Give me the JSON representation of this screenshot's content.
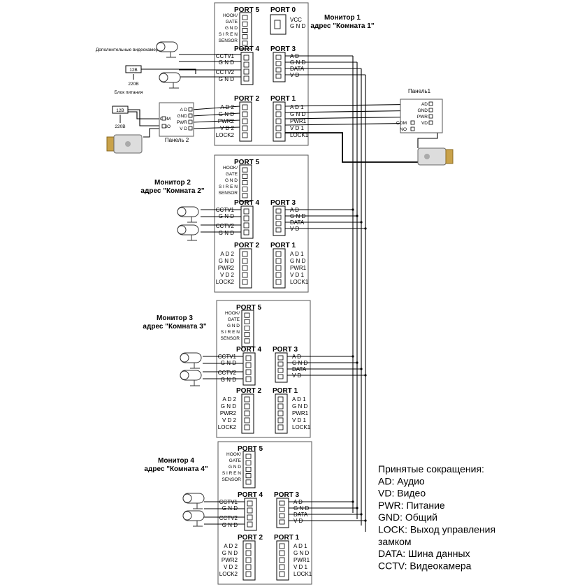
{
  "ports": {
    "port5": "PORT 5",
    "port4": "PORT 4",
    "port3": "PORT 3",
    "port2": "PORT 2",
    "port1": "PORT 1",
    "port0": "PORT 0"
  },
  "pins": {
    "p5": [
      "HOOK/",
      "GATE",
      "G N D",
      "S I R E N",
      "SENSOR"
    ],
    "p4": [
      "CCTV1",
      "G N D",
      "CCTV2",
      "G N D"
    ],
    "p3": [
      "A D",
      "G N D",
      "DATA",
      "V D"
    ],
    "p2": [
      "A D 2",
      "G N D",
      "PWR2",
      "V D 2",
      "LOCK2"
    ],
    "p1": [
      "A D 1",
      "G N D",
      "PWR1",
      "V D 1",
      "LOCK1"
    ],
    "p0": [
      "VCC",
      "G N D"
    ]
  },
  "monitors": [
    {
      "title": "Монитор 1",
      "address": "адрес \"Комната 1\""
    },
    {
      "title": "Монитор 2",
      "address": "адрес \"Комната 2\""
    },
    {
      "title": "Монитор 3",
      "address": "адрес \"Комната 3\""
    },
    {
      "title": "Монитор 4",
      "address": "адрес \"Комната 4\""
    }
  ],
  "extra_cameras": "Дополнительные видеокамеры",
  "power_unit": "Блок питания",
  "voltage_12": "12В",
  "voltage_220": "220В",
  "panel1": {
    "title": "Панель1",
    "pins": [
      "AD",
      "GND",
      "PWR",
      "VD"
    ],
    "com": "COM",
    "no": "NO"
  },
  "panel2": {
    "title": "Панель 2",
    "pins": [
      "A D",
      "GND",
      "PWR",
      "V D"
    ],
    "com": "COM",
    "no": "NO"
  },
  "legend": [
    "Принятые сокращения:",
    "AD: Аудио",
    "VD: Видео",
    "PWR: Питание",
    "GND: Общий",
    "LOCK: Выход управления",
    "замком",
    "DATA: Шина данных",
    "CCTV: Видеокамера"
  ]
}
